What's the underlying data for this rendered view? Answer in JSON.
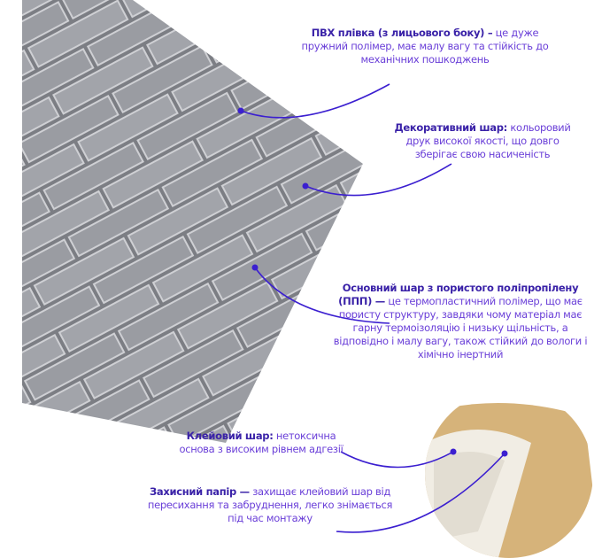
{
  "callouts": [
    {
      "title": "ПВХ плівка (з лицьового боку) –",
      "text": "це дуже пружний полімер, має малу вагу та стійкість до механічних пошкоджень"
    },
    {
      "title": "Декоративний шар:",
      "text": "кольоровий друк високої якості, що довго зберігає свою насиченість"
    },
    {
      "title": "Основний шар з пористого поліпропілену (ППП) —",
      "text": "це термопластичний полімер, що має пористу структуру, завдяки чому матеріал має гарну термоізоляцію і низьку щільність, а відповідно і малу вагу, також стійкий до вологи і хімічно інертний"
    },
    {
      "title": "Клейовий шар:",
      "text": "нетоксична основа з високим рівнем адгезії"
    },
    {
      "title": "Захисний папір —",
      "text": "захищає клейовий шар від пересихання та забруднення, легко знімається під час монтажу"
    }
  ],
  "colors": {
    "accent": "#3a22a8",
    "text": "#6a3fd8",
    "line": "#3b1fd0",
    "panel": "#8e9096"
  }
}
